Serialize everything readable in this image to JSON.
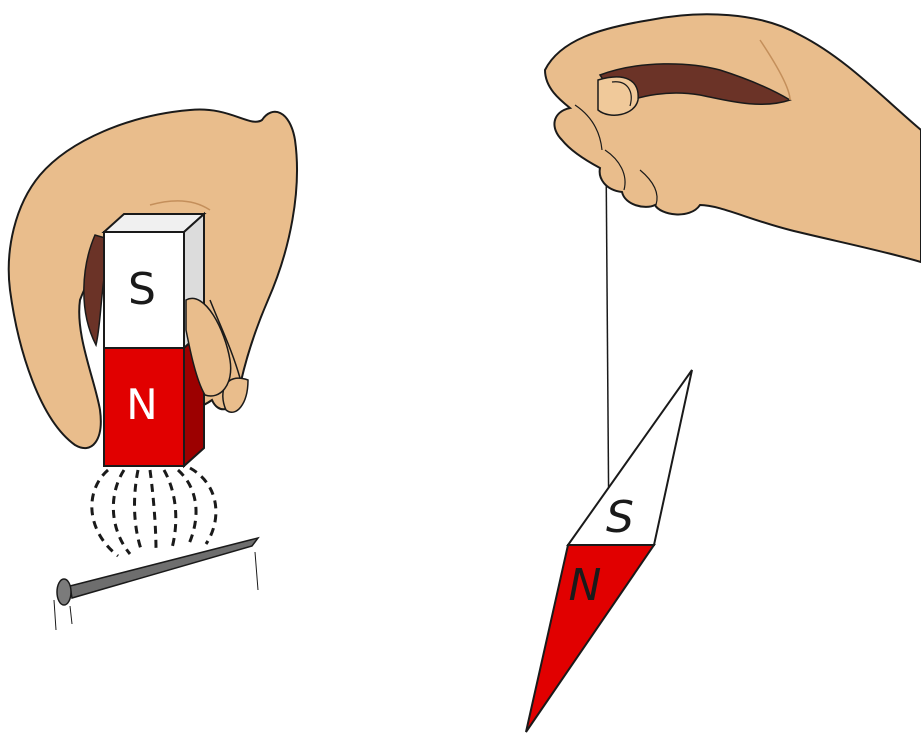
{
  "scene": {
    "left_illustration": {
      "magnet": {
        "top_pole_label": "S",
        "bottom_pole_label": "N"
      }
    },
    "right_illustration": {
      "needle": {
        "upper_pole_label": "S",
        "lower_pole_label": "N"
      }
    }
  },
  "colors": {
    "skin": "#e9bd8c",
    "skin_shadow": "#d19f6c",
    "palm_dark": "#6b3327",
    "magnet_red": "#e10000",
    "magnet_red_dark": "#9c0000",
    "magnet_white": "#ffffff",
    "outline": "#1a1a1a",
    "nail": "#6e6e6e"
  },
  "icons": [
    "hand",
    "bar-magnet",
    "magnetic-field-lines",
    "nail",
    "string",
    "compass-needle"
  ]
}
